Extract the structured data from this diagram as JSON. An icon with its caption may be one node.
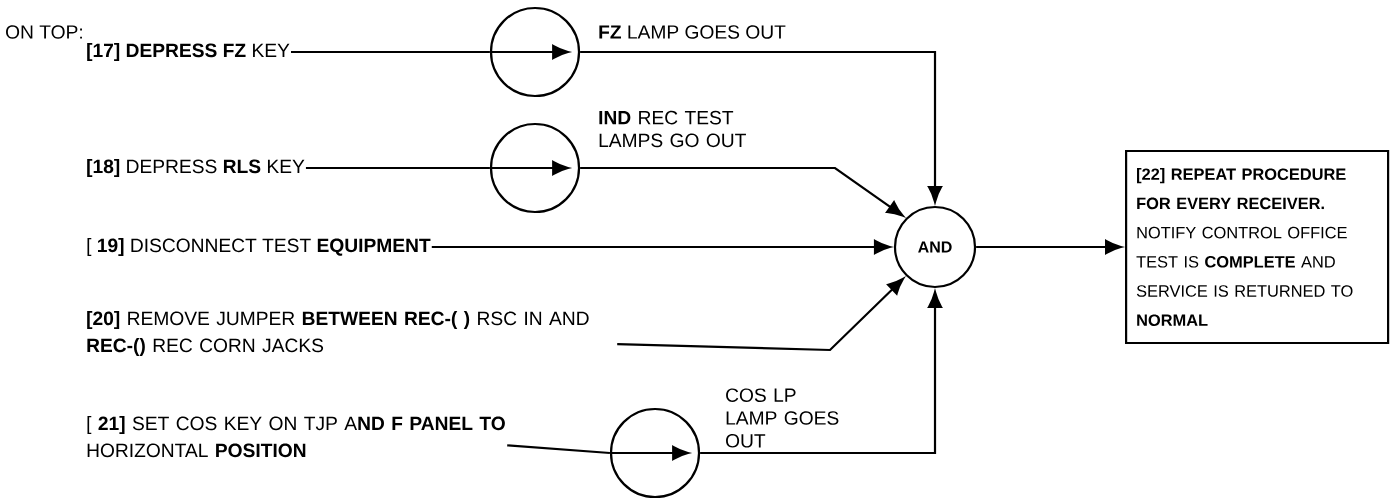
{
  "diagram": {
    "nodes": [
      {
        "text": [
          "**[17]** **DEPRESS** **FZ** KEY"
        ]
      },
      {
        "text": [],
        "shape": "circle"
      },
      {
        "text": [
          "**[18]** DEPRESS **RLS** KEY"
        ]
      },
      {
        "text": [],
        "shape": "circle"
      },
      {
        "text": [
          "[ **19]** DISCONNECT TEST **EQUIPMENT**"
        ]
      },
      {
        "text": [
          "**[20]** REMOVE JUMPER **BETWEEN REC-( )** RSC IN AND **REC-()** REC CORN JACKS"
        ]
      },
      {
        "text": [
          "[ **21]** SET COS KEY ON TJP A**ND F PANEL TO** HORIZONTAL **POSITION**"
        ]
      },
      {
        "text": [],
        "shape": "circle"
      },
      {
        "text": [
          "AND"
        ]
      },
      {
        "text": [
          "**[22] REPEAT PROCEDURE FOR EVERY RECEIVER.** NOTIFY CONTROL OFFICE TEST IS **COMPLETE** AND SERVICE IS RETURNED TO **NORMAL**"
        ]
      }
    ],
    "edges": [
      {
        "from": 0,
        "to": 1,
        "arrow": "none"
      },
      {
        "from": 1,
        "to": 8,
        "arrow": "to",
        "label": "**FZ** LAMP GOES OUT"
      },
      {
        "from": 2,
        "to": 3,
        "arrow": "none"
      },
      {
        "from": 3,
        "to": 8,
        "arrow": "to",
        "label": "**IND** REC TEST LAMPS GO OUT"
      },
      {
        "from": 4,
        "to": 8,
        "arrow": "to"
      },
      {
        "from": 5,
        "to": 8,
        "arrow": "to"
      },
      {
        "from": 6,
        "to": 7,
        "arrow": "none"
      },
      {
        "from": 7,
        "to": 8,
        "arrow": "to",
        "label": "COS LP LAMP GOES OUT"
      },
      {
        "from": 8,
        "to": 9,
        "arrow": "to"
      }
    ],
    "labels": [
      "ON TOP:"
    ]
  }
}
